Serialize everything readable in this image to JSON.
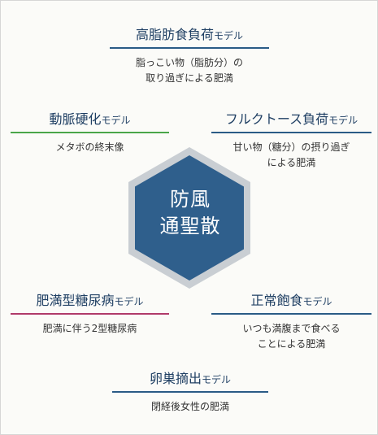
{
  "center": {
    "line1": "防風",
    "line2": "通聖散"
  },
  "models": {
    "top": {
      "title": "高脂肪食負荷",
      "suffix": "モデル",
      "desc": [
        "脂っこい物（脂肪分）の",
        "取り過ぎによる肥満"
      ],
      "color": "#2a5b86"
    },
    "upper_left": {
      "title": "動脈硬化",
      "suffix": "モデル",
      "desc": [
        "メタボの終末像"
      ],
      "color": "#4aa64a"
    },
    "upper_right": {
      "title": "フルクトース負荷",
      "suffix": "モデル",
      "desc": [
        "甘い物（糖分）の摂り過ぎ",
        "による肥満"
      ],
      "color": "#2a5b86"
    },
    "lower_left": {
      "title": "肥満型糖尿病",
      "suffix": "モデル",
      "desc": [
        "肥満に伴う2型糖尿病"
      ],
      "color": "#b03a6a"
    },
    "lower_right": {
      "title": "正常飽食",
      "suffix": "モデル",
      "desc": [
        "いつも満腹まで食べる",
        "ことによる肥満"
      ],
      "color": "#2a5b86"
    },
    "bottom": {
      "title": "卵巣摘出",
      "suffix": "モデル",
      "desc": [
        "閉経後女性の肥満"
      ],
      "color": "#2a5b86"
    }
  },
  "colors": {
    "hex_fill": "#2f5f8c",
    "hex_border": "#c9ced3"
  }
}
